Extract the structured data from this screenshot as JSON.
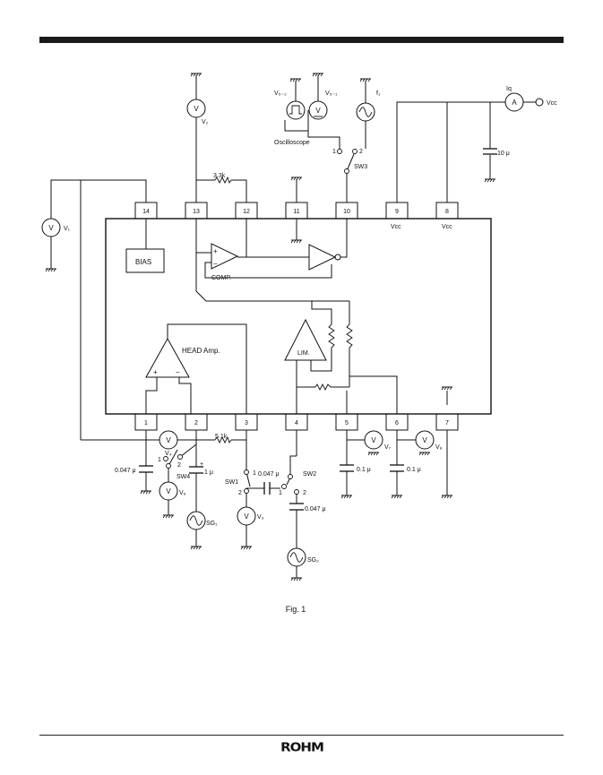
{
  "pins_top": [
    "14",
    "13",
    "12",
    "11",
    "10",
    "9",
    "8"
  ],
  "pins_bottom": [
    "1",
    "2",
    "3",
    "4",
    "5",
    "6",
    "7"
  ],
  "blocks": {
    "bias": "BIAS",
    "comp": "COMP.",
    "head_amp": "HEAD  Amp.",
    "lim": "LIM.",
    "comp_plus": "+",
    "comp_minus": "−",
    "amp_plus": "+",
    "amp_minus": "−"
  },
  "meters": {
    "voltmeter_symbol": "V",
    "ammeter_symbol": "A",
    "v1": "V₁",
    "v2": "V₂",
    "v3": "V₃",
    "v4": "V₄",
    "v5": "V₅",
    "v6": "V₆",
    "v7": "V₇",
    "v8": "V₈",
    "v5_2": "V₅₋₂",
    "v5_1": "V₅₋₁",
    "iq": "Iq"
  },
  "labels": {
    "vcc_terminal": "Vcc",
    "vcc_pin9": "Vcc",
    "vcc_pin8": "Vcc",
    "f1": "f₁",
    "oscilloscope": "Oscilloscope",
    "sw1": "SW1",
    "sw2": "SW2",
    "sw3": "SW3",
    "sw4": "SW4",
    "sg1": "SG₁",
    "sg2": "SG₂"
  },
  "switch_positions": {
    "sw3_1": "1",
    "sw3_2": "2",
    "sw4_1": "1",
    "sw4_2": "2",
    "sw1_1": "1",
    "sw1_2": "2",
    "sw2_1": "1",
    "sw2_2": "2"
  },
  "components": {
    "r_3k3": "3.3k",
    "r_5k1": "5.1k",
    "c_10u": "10 μ",
    "c_pin1": "0.047 μ",
    "c_pin2": "1 μ",
    "c_pin2_plus": "+",
    "c_pin4_series": "0.047 μ",
    "c_sg2": "0.047 μ",
    "c_pin5": "0.1 μ",
    "c_pin6": "0.1 μ"
  },
  "caption": "Fig. 1",
  "brand": "ROHM"
}
